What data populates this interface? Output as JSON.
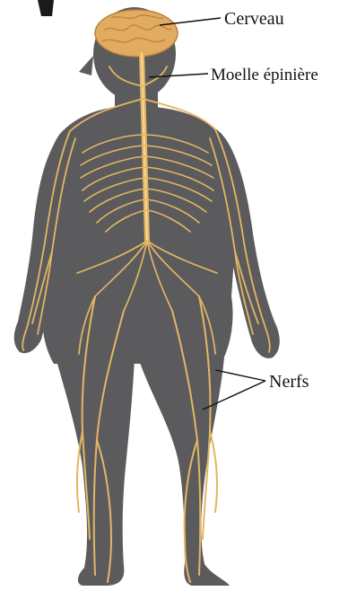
{
  "labels": {
    "brain": "Cerveau",
    "spinal_cord": "Moelle épinière",
    "nerves": "Nerfs"
  },
  "colors": {
    "background": "#ffffff",
    "body_silhouette": "#5b5b5e",
    "nerve": "#e3b662",
    "nerve_highlight": "#f6d793",
    "brain": "#e1ac62",
    "leader_line": "#111111"
  }
}
